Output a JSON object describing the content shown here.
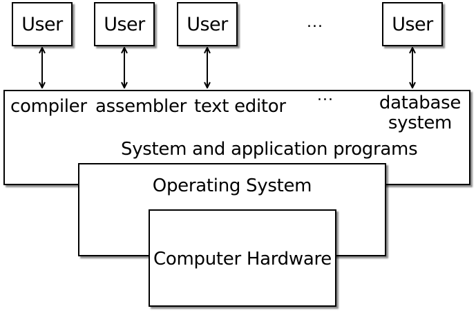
{
  "users": [
    "User",
    "User",
    "User",
    "User"
  ],
  "ellipsis_top": "...",
  "programs": {
    "compiler": "compiler",
    "assembler": "assembler",
    "text_editor": "text editor",
    "ellipsis": "...",
    "database_line1": "database",
    "database_line2": "system"
  },
  "layers": {
    "system_and_application": "System and application programs",
    "operating_system": "Operating System",
    "computer_hardware": "Computer Hardware"
  }
}
